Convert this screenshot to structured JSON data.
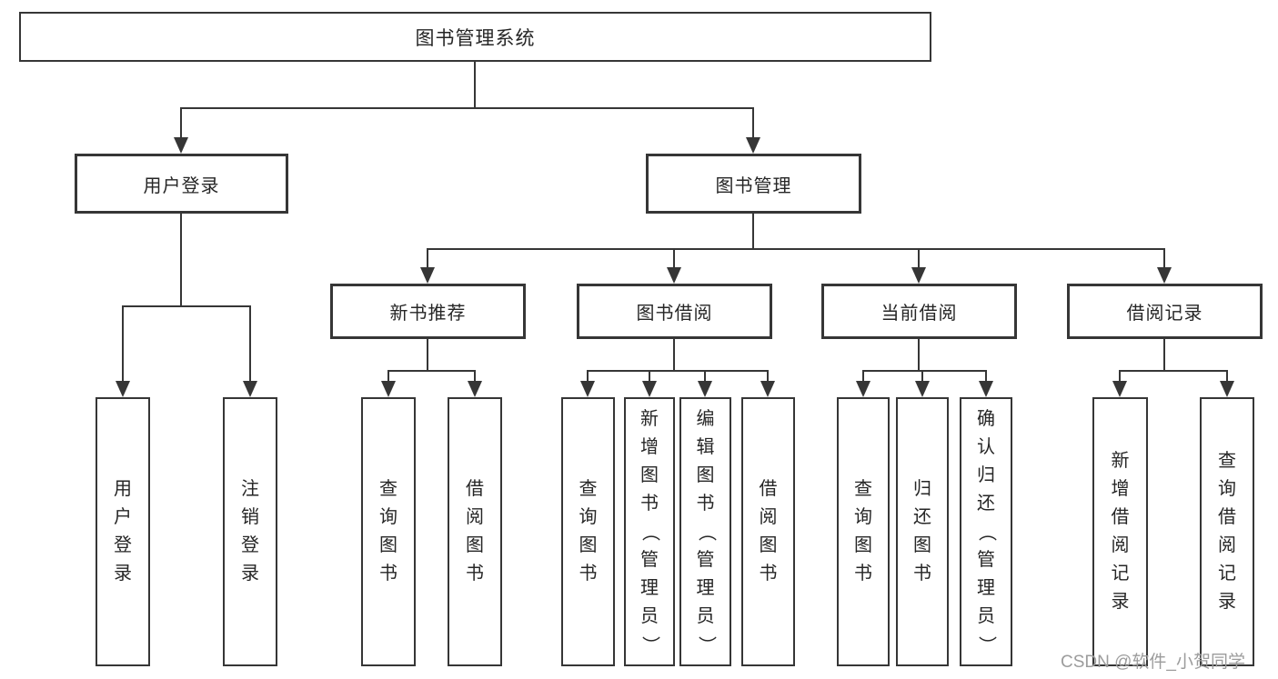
{
  "diagram_title": "图书管理系统",
  "watermark": "CSDN @软件_小贺同学",
  "colors": {
    "background": "#ffffff",
    "line": "#363636",
    "box_border": "#363636",
    "text": "#262626",
    "watermark": "#9c9c9c"
  },
  "tree": {
    "root": {
      "label": "图书管理系统"
    },
    "children": [
      {
        "label": "用户登录",
        "children": [
          {
            "label": "用户登录"
          },
          {
            "label": "注销登录"
          }
        ]
      },
      {
        "label": "图书管理",
        "children": [
          {
            "label": "新书推荐",
            "children": [
              {
                "label": "查询图书"
              },
              {
                "label": "借阅图书"
              }
            ]
          },
          {
            "label": "图书借阅",
            "children": [
              {
                "label": "查询图书"
              },
              {
                "label": "新增图书（管理员）"
              },
              {
                "label": "编辑图书（管理员）"
              },
              {
                "label": "借阅图书"
              }
            ]
          },
          {
            "label": "当前借阅",
            "children": [
              {
                "label": "查询图书"
              },
              {
                "label": "归还图书"
              },
              {
                "label": "确认归还（管理员）"
              }
            ]
          },
          {
            "label": "借阅记录",
            "children": [
              {
                "label": "新增借阅记录"
              },
              {
                "label": "查询借阅记录"
              }
            ]
          }
        ]
      }
    ]
  }
}
